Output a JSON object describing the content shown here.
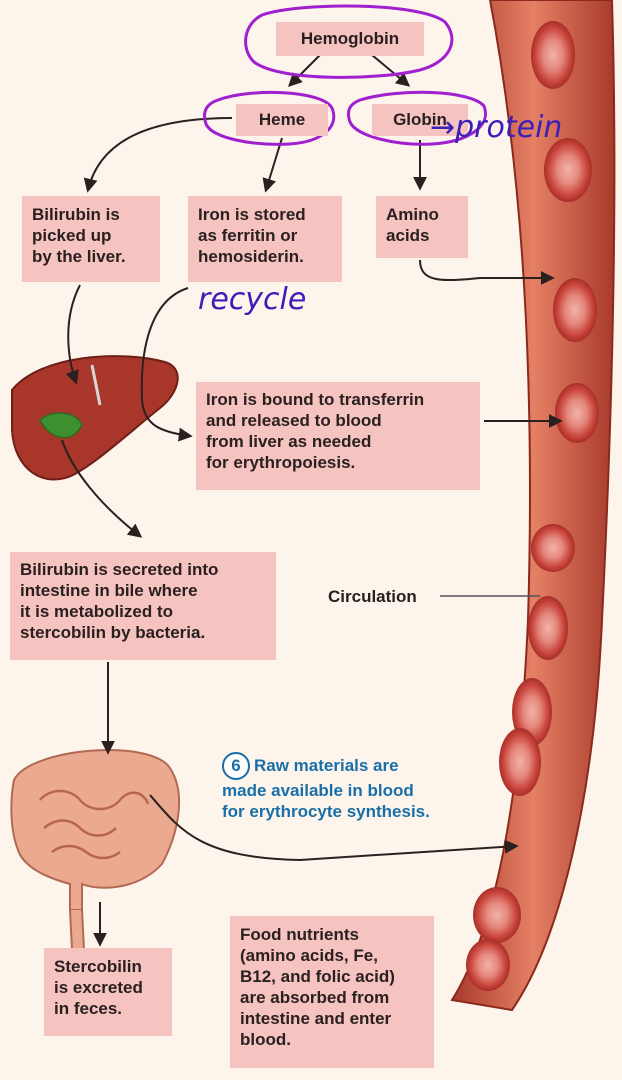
{
  "nodes": {
    "hemoglobin": "Hemoglobin",
    "heme": "Heme",
    "globin": "Globin",
    "bilirubin_liver": [
      "Bilirubin is",
      "picked up",
      "by the liver."
    ],
    "iron_stored": [
      "Iron is stored",
      "as ferritin or",
      "hemosiderin."
    ],
    "amino_acids": [
      "Amino",
      "acids"
    ],
    "iron_transferrin": [
      "Iron is bound to transferrin",
      "and released to blood",
      "from liver as needed",
      "for erythropoiesis."
    ],
    "bilirubin_secreted": [
      "Bilirubin is secreted into",
      "intestine in bile where",
      "it is metabolized to",
      "stercobilin by bacteria."
    ],
    "stercobilin_excreted": [
      "Stercobilin",
      "is excreted",
      "in feces."
    ],
    "food_nutrients": [
      "Food nutrients",
      "(amino acids, Fe,",
      "B12, and folic acid)",
      "are absorbed from",
      "intestine and enter",
      "blood."
    ]
  },
  "labels": {
    "circulation": "Circulation",
    "step_number": "6",
    "raw_materials": [
      "Raw materials are",
      "made available in blood",
      "for erythrocyte synthesis."
    ]
  },
  "annotations": {
    "protein": "→protein",
    "recycle": "recycle"
  },
  "colors": {
    "box_fill": "#f5c3c0",
    "vessel": "#c8503c",
    "rbc": "#d9534f",
    "ink": "#a020d0",
    "step_blue": "#1a6fa8"
  }
}
